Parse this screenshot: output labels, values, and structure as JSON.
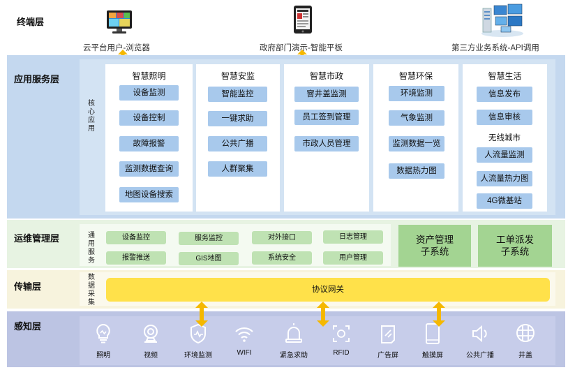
{
  "layers": {
    "terminal": "终端层",
    "app_service": "应用服务层",
    "ops_mgmt": "运维管理层",
    "transport": "传输层",
    "sensing": "感知层"
  },
  "terminals": [
    {
      "label": "云平台用户-浏览器",
      "icon": "monitor-icon"
    },
    {
      "label": "政府部门演示-智能平板",
      "icon": "tablet-icon"
    },
    {
      "label": "第三方业务系统-API调用",
      "icon": "server-screens-icon"
    }
  ],
  "core_label": "核心应用",
  "apps": [
    {
      "title": "智慧照明",
      "items": [
        "设备监测",
        "设备控制",
        "故障报警",
        "监测数据查询",
        "地图设备搜索"
      ]
    },
    {
      "title": "智慧安监",
      "items": [
        "智能监控",
        "一键求助",
        "公共广播",
        "人群聚集"
      ]
    },
    {
      "title": "智慧市政",
      "items": [
        "窨井盖监测",
        "员工签到管理",
        "市政人员管理"
      ]
    },
    {
      "title": "智慧环保",
      "items": [
        "环境监测",
        "气象监测",
        "监测数据一览",
        "数据热力图"
      ]
    },
    {
      "title": "智慧生活",
      "items": [
        "信息发布",
        "信息审核"
      ],
      "subtitle": "无线城市",
      "sub_items": [
        "人流量监测",
        "人流量热力图",
        "4G微基站"
      ]
    }
  ],
  "common_label": "通用服务",
  "ops_items": [
    [
      "设备监控",
      "服务监控",
      "对外接口",
      "日志管理"
    ],
    [
      "报警推送",
      "GIS地图",
      "系统安全",
      "用户管理"
    ]
  ],
  "subsystems": [
    "资产管理子系统",
    "工单派发子系统"
  ],
  "data_label": "数据采集",
  "gateway": "协议网关",
  "sensors": [
    "照明",
    "视频",
    "环境监测",
    "WIFI",
    "紧急求助",
    "RFID",
    "广告屏",
    "触摸屏",
    "公共广播",
    "井盖"
  ],
  "colors": {
    "app_band": "#c4d8ef",
    "app_button": "#a8c9ec",
    "ops_band": "#e7f3e2",
    "ops_button": "#bfe2b3",
    "subsystem": "#a3d492",
    "transport_band": "#f7f3dd",
    "gateway": "#ffe14a",
    "sensing_band": "#bcc4e3",
    "arrow": "#f5b800"
  }
}
